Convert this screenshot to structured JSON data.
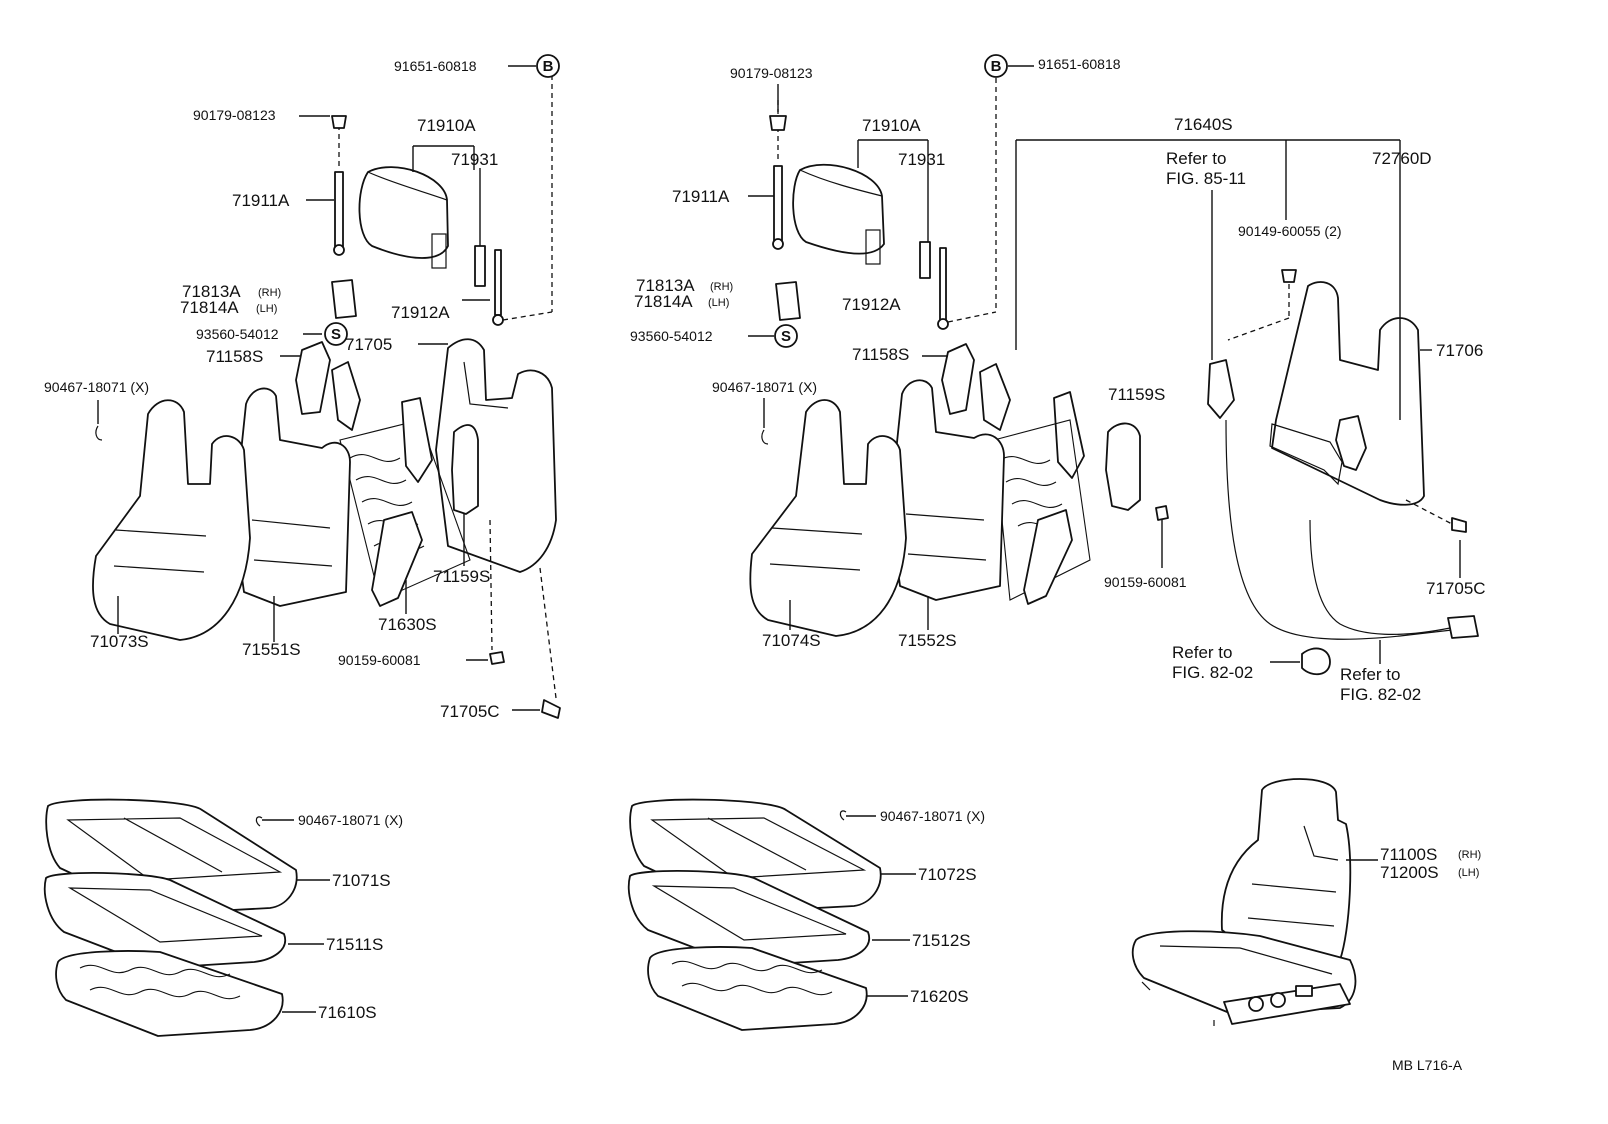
{
  "drawing_code": "MB  L716-A",
  "markers": {
    "s": "S",
    "b": "B"
  },
  "qualifiers": {
    "rh": "(RH)",
    "lh": "(LH)"
  },
  "refs": {
    "fig_85_11_a": "Refer to",
    "fig_85_11_b": "FIG. 85-11",
    "fig_82_02_left_a": "Refer to",
    "fig_82_02_left_b": "FIG. 82-02",
    "fig_82_02_right_a": "Refer to",
    "fig_82_02_right_b": "FIG. 82-02"
  },
  "left_back": {
    "p91651": "91651-60818",
    "p90179": "90179-08123",
    "p71910A": "71910A",
    "p71931": "71931",
    "p71911A": "71911A",
    "p71813A": "71813A",
    "p71814A": "71814A",
    "p71912A": "71912A",
    "p93560": "93560-54012",
    "p71158S": "71158S",
    "p71705": "71705",
    "p90467": "90467-18071 (X)",
    "p71159S": "71159S",
    "p71630S": "71630S",
    "p71073S": "71073S",
    "p71551S": "71551S",
    "p90159": "90159-60081",
    "p71705C": "71705C"
  },
  "right_back": {
    "p90179": "90179-08123",
    "p91651": "91651-60818",
    "p71910A": "71910A",
    "p71931": "71931",
    "p71911A": "71911A",
    "p71813A": "71813A",
    "p71814A": "71814A",
    "p71912A": "71912A",
    "p93560": "93560-54012",
    "p71158S": "71158S",
    "p90467": "90467-18071 (X)",
    "p71159S": "71159S",
    "p90159": "90159-60081",
    "p71074S": "71074S",
    "p71552S": "71552S",
    "p71640S": "71640S",
    "p72760D": "72760D",
    "p90149": "90149-60055 (2)",
    "p71706": "71706",
    "p71705C": "71705C"
  },
  "left_cushion": {
    "p90467": "90467-18071 (X)",
    "p71071S": "71071S",
    "p71511S": "71511S",
    "p71610S": "71610S"
  },
  "right_cushion": {
    "p90467": "90467-18071 (X)",
    "p71072S": "71072S",
    "p71512S": "71512S",
    "p71620S": "71620S"
  },
  "complete_seat": {
    "p71100S": "71100S",
    "p71200S": "71200S"
  }
}
